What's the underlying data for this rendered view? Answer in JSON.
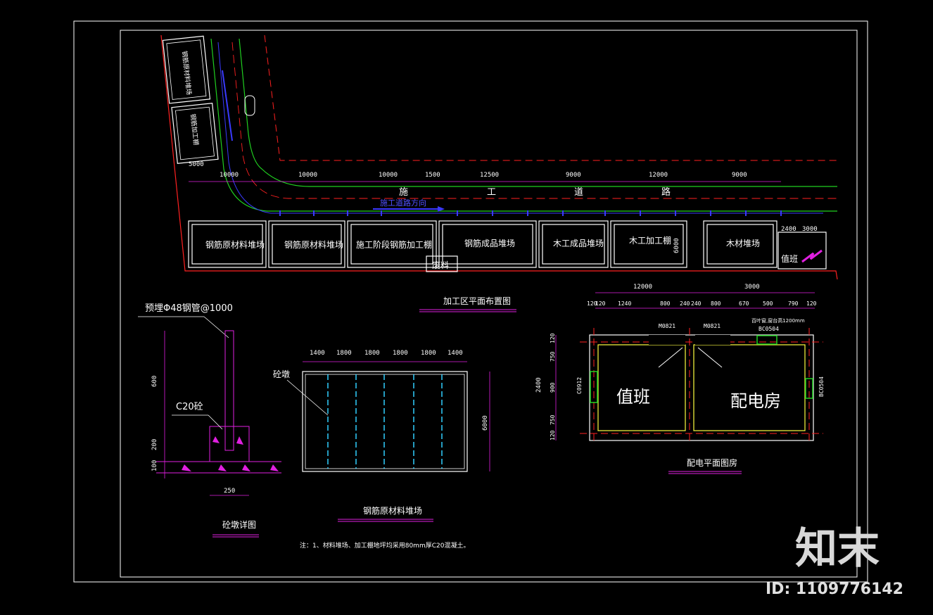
{
  "colors": {
    "frame": "#ffffff",
    "red": "#ff2020",
    "green": "#20d020",
    "blue": "#3a3aff",
    "magenta": "#e020e0",
    "yellow": "#ffff40",
    "cyan": "#30d0ff",
    "white": "#f0f0f0"
  },
  "site_plan": {
    "top_dims": [
      "10000",
      "10000",
      "10000",
      "1500",
      "12500",
      "9000",
      "12000",
      "9000"
    ],
    "road": [
      "施",
      "工",
      "道",
      "路"
    ],
    "flow_text": "施工道路方向",
    "left_dims": [
      "5000"
    ],
    "left_buildings": [
      "钢筋原材料堆场",
      "钢筋加工棚"
    ],
    "yards": [
      "钢筋原材料堆场",
      "钢筋原材料堆场",
      "施工阶段钢筋加工棚",
      "钢筋成品堆场",
      "木工成品堆场",
      "木工加工棚",
      "木材堆场"
    ],
    "waste": "废料",
    "duty": "值班",
    "right_dims": [
      "2400",
      "3000"
    ],
    "depth": "6000",
    "caption": "加工区平面布置图"
  },
  "pier_detail": {
    "pipe": "预埋Φ48钢管@1000",
    "concrete": "C20砼",
    "dims_v": [
      "600",
      "200",
      "100"
    ],
    "dim_w": "250",
    "caption": "砼墩详图"
  },
  "rebar_yard": {
    "dims": [
      "1400",
      "1800",
      "1800",
      "1800",
      "1800",
      "1400"
    ],
    "depth": "6000",
    "label": "砼墩",
    "caption": "钢筋原材料堆场"
  },
  "power_room": {
    "top_dims": [
      "12000",
      "3000"
    ],
    "sub_dims": [
      "120",
      "120",
      "1240",
      "800",
      "240",
      "240",
      "800",
      "670",
      "500",
      "790",
      "120"
    ],
    "left_dims": [
      "120",
      "750",
      "900",
      "750",
      "120"
    ],
    "total_h": "2400",
    "doors": [
      "M0821",
      "M0821"
    ],
    "window_note": "百叶窗,窗台高1200mm",
    "window_code": "BC0504",
    "left_window": "C0912",
    "right_window": "BC0504",
    "rooms": [
      "值班",
      "配电房"
    ],
    "caption": "配电平面图房"
  },
  "note": "注：1、材料堆场、加工棚地坪均采用80mm厚C20混凝土。",
  "watermark": {
    "brand": "知末",
    "id": "ID: 1109776142"
  }
}
